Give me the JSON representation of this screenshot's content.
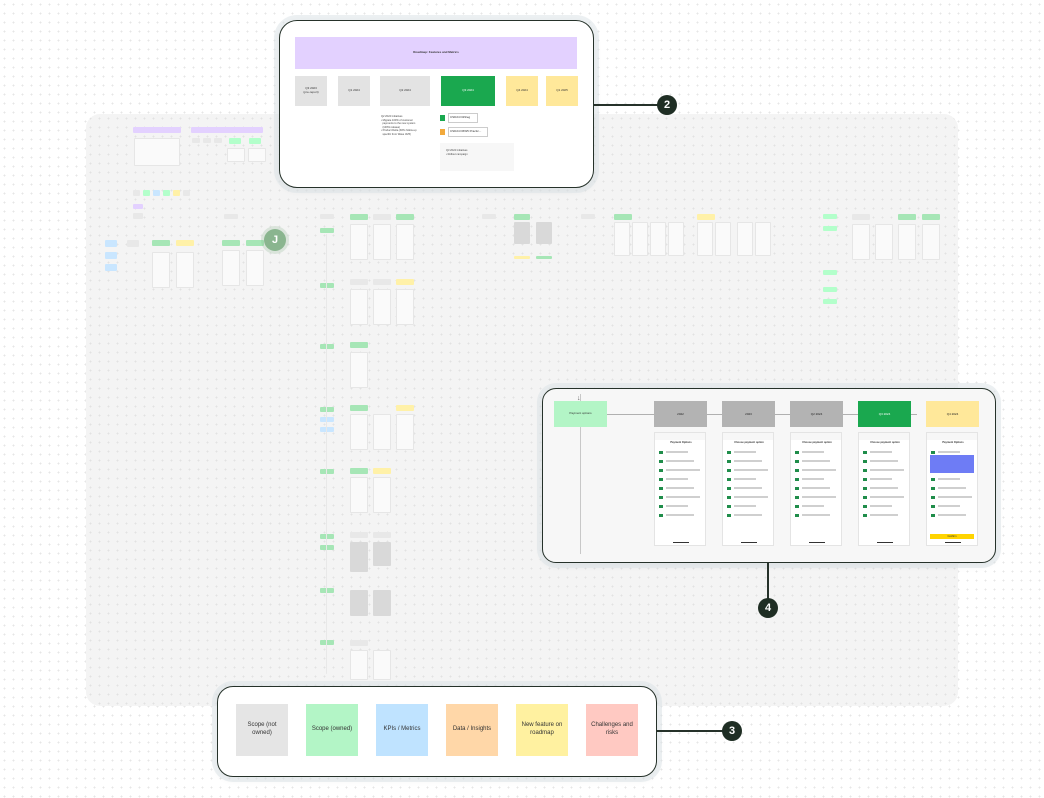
{
  "avatar": {
    "initial": "J"
  },
  "callout2": {
    "badge": "2",
    "title": "Roadmap: Features and Metrics",
    "timeline": [
      {
        "label": "Q3 2023\n(pre-report)",
        "color": "#e3e3e3"
      },
      {
        "label": "Q1 2024",
        "color": "#e3e3e3"
      },
      {
        "label": "Q2 2024",
        "color": "#e3e3e3"
      },
      {
        "label": "Q3 2024",
        "color": "#1aa84f"
      },
      {
        "label": "Q4 2024",
        "color": "#ffe89a"
      },
      {
        "label": "Q1 2025",
        "color": "#ffe89a"
      }
    ],
    "q2_note_lines": [
      "Q2 2024 Initiatives",
      "• Migrate 100% of customer",
      "  payments to the new system",
      "  (100% release)",
      "• Product Delta (KPIs follow-up",
      "  specific from Wave 3/25)"
    ],
    "q3_items": [
      "CSD24 D29/eg",
      "CSD24 D6W5 Practic..."
    ],
    "q3_note_lines": [
      "Q3 2024 Initiatives",
      "• Rollout campaign"
    ]
  },
  "callout3": {
    "badge": "3",
    "legend": [
      {
        "label": "Scope (not owned)",
        "color": "#e5e5e5"
      },
      {
        "label": "Scope (owned)",
        "color": "#b3f5c6"
      },
      {
        "label": "KPIs / Metrics",
        "color": "#bfe3ff"
      },
      {
        "label": "Data / Insights",
        "color": "#ffd7a8"
      },
      {
        "label": "New feature on roadmap",
        "color": "#fff1a0"
      },
      {
        "label": "Challenges and risks",
        "color": "#ffc9c2"
      }
    ]
  },
  "callout4": {
    "badge": "4",
    "flow_label": "Payment options",
    "versions": [
      {
        "label": "2022",
        "color": "#b3b3b3"
      },
      {
        "label": "2023",
        "color": "#b3b3b3"
      },
      {
        "label": "Q2 2024",
        "color": "#b3b3b3"
      },
      {
        "label": "Q3 2024",
        "color": "#1aa84f"
      },
      {
        "label": "Q4 2024",
        "color": "#ffe89a"
      }
    ],
    "screen_titles": [
      "Payment Options",
      "Choose payment option",
      "Choose payment option",
      "Choose payment option",
      "Payment Options"
    ],
    "cta_label": "Confirm"
  }
}
